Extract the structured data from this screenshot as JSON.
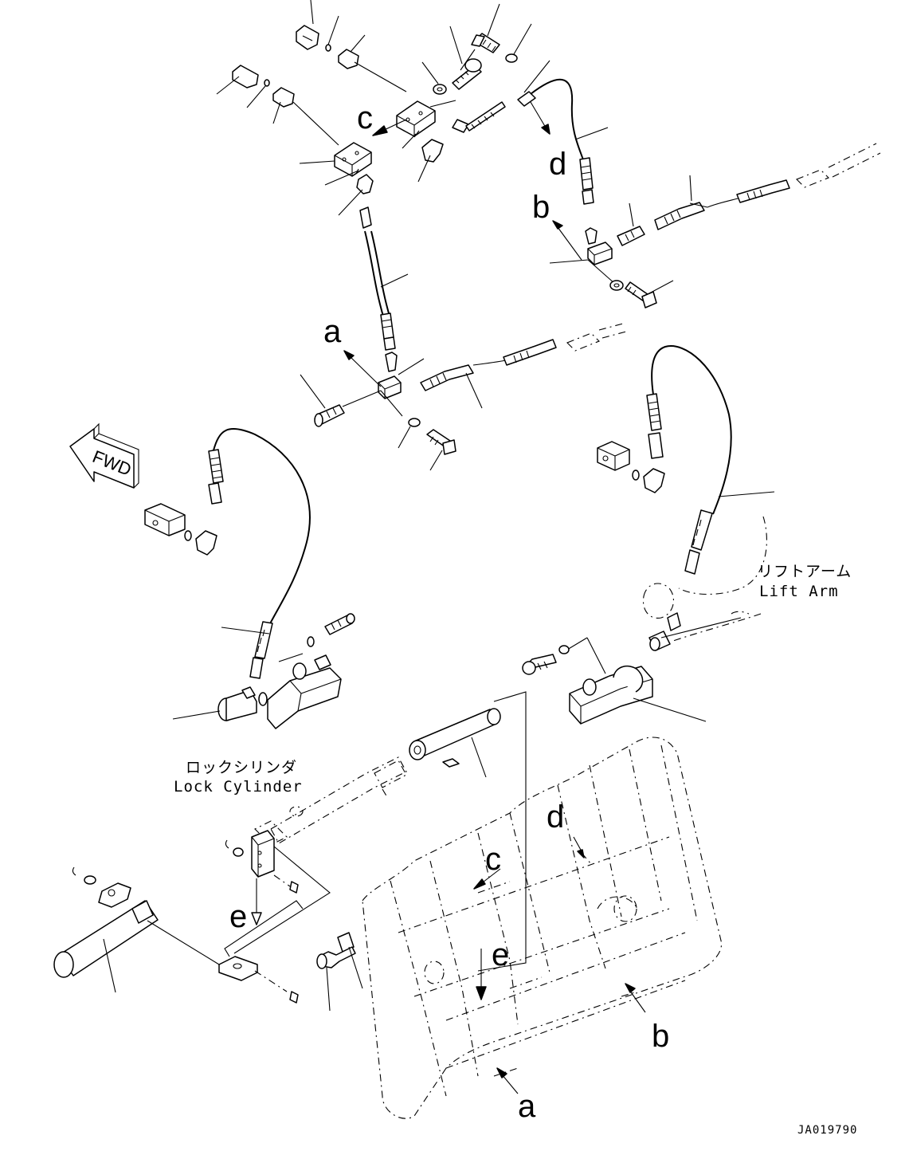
{
  "labels": {
    "a": "a",
    "b": "b",
    "c": "c",
    "d": "d",
    "e": "e"
  },
  "direction": "FWD",
  "lift_arm": {
    "ja": "リフトアーム",
    "en": "Lift Arm"
  },
  "lock_cylinder": {
    "ja": "ロックシリンダ",
    "en": "Lock Cylinder"
  },
  "drawing_code": "JA019790",
  "colors": {
    "line": "#000000",
    "background": "#ffffff"
  }
}
